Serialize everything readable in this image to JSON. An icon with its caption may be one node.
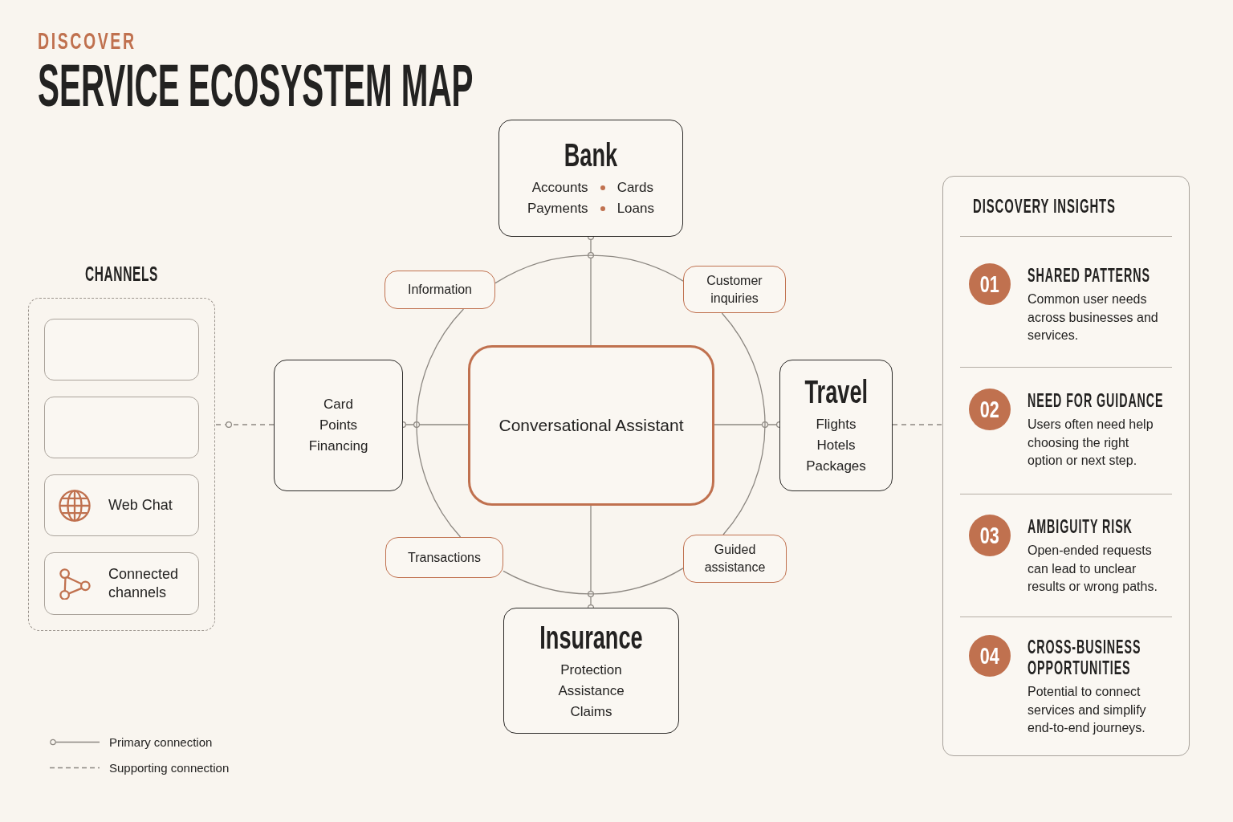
{
  "diagram": {
    "title": "SERVICE ECOSYSTEM MAP",
    "nodes": [
      {
        "text": [
          "CHANNELS"
        ]
      },
      {
        "text": [],
        "shape": "box",
        "in": 0
      },
      {
        "text": [],
        "shape": "box",
        "in": 0
      },
      {
        "text": [
          "Web Chat"
        ],
        "in": 0
      },
      {
        "text": [
          "Connected channels"
        ],
        "in": 0
      },
      {
        "text": [
          "Bank",
          "Accounts",
          "Cards",
          "Payments",
          "Loans"
        ]
      },
      {
        "text": [
          "Card",
          "Points",
          "Financing"
        ]
      },
      {
        "text": [
          "Conversational Assistant"
        ]
      },
      {
        "text": [
          "Travel",
          "Flights",
          "Hotels",
          "Packages"
        ]
      },
      {
        "text": [
          "Insurance",
          "Protection",
          "Assistance",
          "Claims"
        ]
      },
      {
        "text": [
          "Information"
        ]
      },
      {
        "text": [
          "Customer inquiries"
        ]
      },
      {
        "text": [
          "Transactions"
        ]
      },
      {
        "text": [
          "Guided assistance"
        ]
      },
      {
        "text": [
          "DISCOVERY INSIGHTS"
        ]
      },
      {
        "text": [
          "01"
        ],
        "in": 14,
        "beside": [
          "SHARED PATTERNS",
          "Common user needs across businesses and services."
        ]
      },
      {
        "text": [
          "02"
        ],
        "in": 14,
        "beside": [
          "NEED FOR GUIDANCE",
          "Users often need help choosing the right option or next step."
        ]
      },
      {
        "text": [
          "03"
        ],
        "in": 14,
        "beside": [
          "AMBIGUITY RISK",
          "Open-ended requests can lead to unclear results or wrong paths."
        ]
      },
      {
        "text": [
          "04"
        ],
        "in": 14,
        "beside": [
          "CROSS-BUSINESS OPPORTUNITIES",
          "Potential to connect services and simplify end-to-end journeys."
        ]
      }
    ],
    "edges": [
      {
        "from": 7,
        "to": 5,
        "arrow": "other"
      },
      {
        "from": 7,
        "to": 6,
        "arrow": "other"
      },
      {
        "from": 7,
        "to": 8,
        "arrow": "other"
      },
      {
        "from": 7,
        "to": 9,
        "arrow": "other"
      },
      {
        "from": 10,
        "to": 11,
        "arrow": "none"
      },
      {
        "from": 11,
        "to": 13,
        "arrow": "none"
      },
      {
        "from": 13,
        "to": 12,
        "arrow": "none"
      },
      {
        "from": 12,
        "to": 10,
        "arrow": "none"
      },
      {
        "from": 6,
        "to": 0,
        "arrow": "other",
        "style": "dashed"
      },
      {
        "from": 8,
        "to": 14,
        "arrow": "none",
        "style": "dashed"
      }
    ],
    "labels": [
      "DISCOVER"
    ],
    "legend": [
      {
        "text": "Primary connection"
      },
      {
        "text": "Supporting connection"
      }
    ]
  }
}
